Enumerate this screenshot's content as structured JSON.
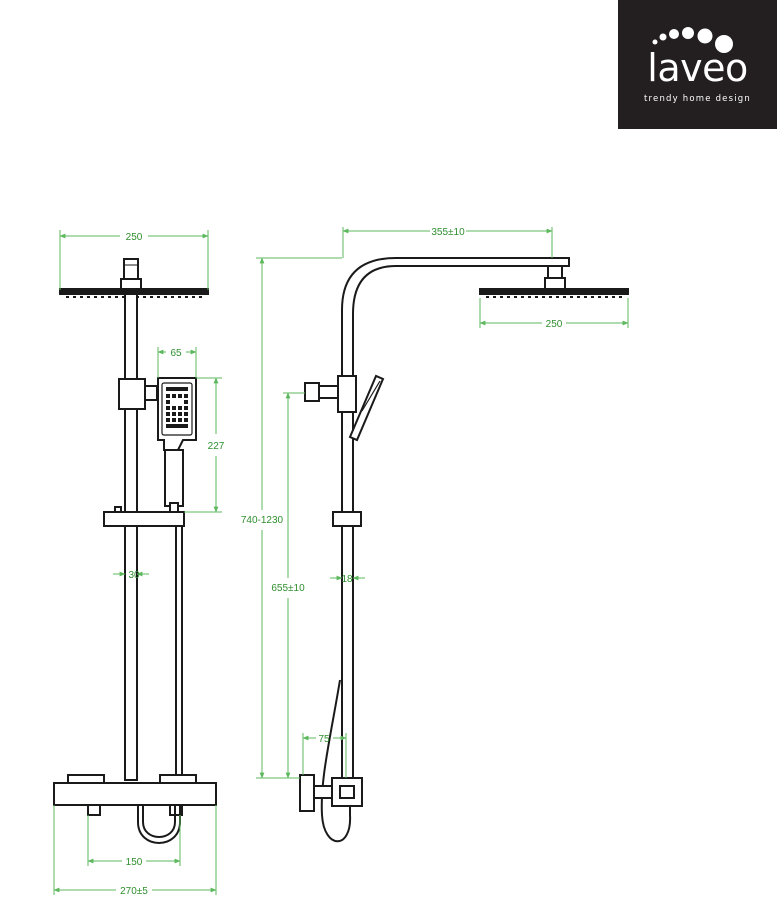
{
  "brand": {
    "name": "laveo",
    "tagline": "trendy home design"
  },
  "colors": {
    "dimension": "#5cb85c",
    "dimension_text": "#2f8f2f",
    "drawing": "#1a1a1a",
    "logo_background": "#231f20"
  },
  "dimensions": {
    "front_view": {
      "head_width": "250",
      "handshower_width": "65",
      "handshower_height": "227",
      "rail_width": "30",
      "connector_spacing": "150",
      "thermostat_width": "270±5"
    },
    "side_view": {
      "arm_reach": "355±10",
      "head_width": "250",
      "total_height": "740-1230",
      "slider_height": "655±10",
      "pipe_diameter": "18",
      "wall_offset": "75"
    }
  }
}
